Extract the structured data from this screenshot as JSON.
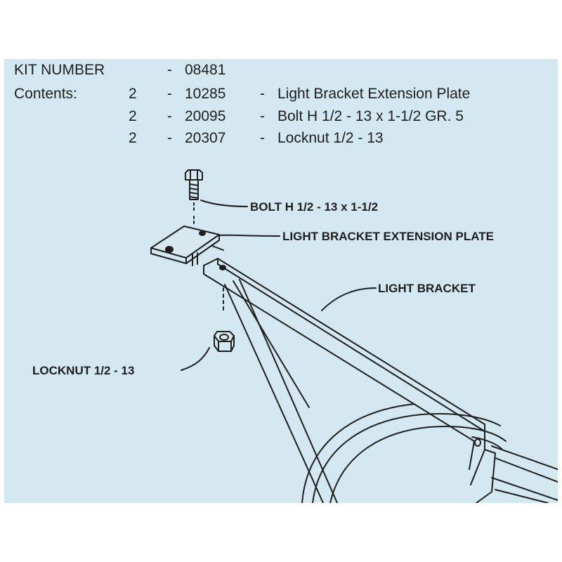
{
  "colors": {
    "sheet_background": "#d3e8f0",
    "ink": "#1e1e1e",
    "plate_fill": "#d7e9ee"
  },
  "parts_list": {
    "kit_label": "KIT NUMBER",
    "kit_dash": "-",
    "kit_number": "08481",
    "contents_label": "Contents:",
    "items": [
      {
        "qty": "2",
        "dash": "-",
        "part_no": "10285",
        "dash2": "-",
        "description": "Light Bracket Extension Plate"
      },
      {
        "qty": "2",
        "dash": "-",
        "part_no": "20095",
        "dash2": "-",
        "description": "Bolt H 1/2 - 13 x 1-1/2 GR. 5"
      },
      {
        "qty": "2",
        "dash": "-",
        "part_no": "20307",
        "dash2": "-",
        "description": "Locknut 1/2 - 13"
      }
    ]
  },
  "callouts": {
    "bolt": "BOLT H 1/2 - 13 x 1-1/2",
    "plate": "LIGHT BRACKET EXTENSION PLATE",
    "bracket": "LIGHT BRACKET",
    "locknut": "LOCKNUT 1/2 - 13"
  }
}
